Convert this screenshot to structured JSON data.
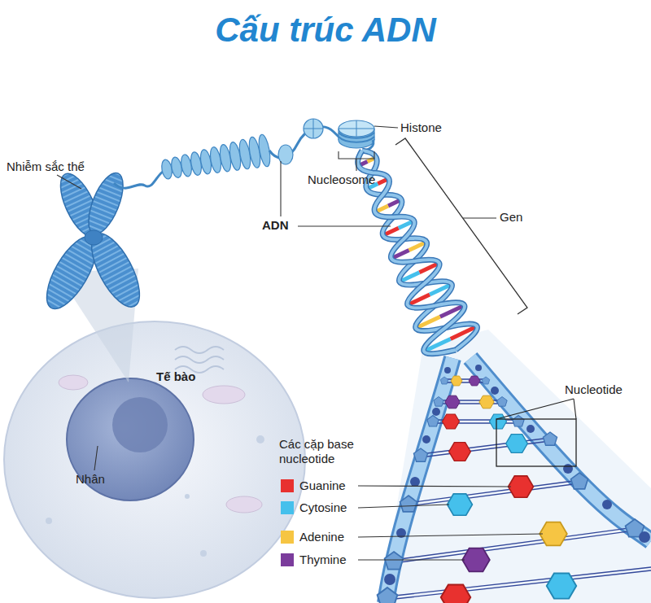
{
  "diagram": {
    "title": "Cấu trúc ADN",
    "labels": [
      "Histone",
      "Nhiễm sắc thể",
      "Nucleosome",
      "ADN",
      "Gen",
      "Tế bào",
      "Nucleotide",
      "Các cặp base nucleotide",
      "Nhân"
    ],
    "legend": [
      {
        "text": "Guanine",
        "color": "#e8312f"
      },
      {
        "text": "Cytosine",
        "color": "#45c0ec"
      },
      {
        "text": "Adenine",
        "color": "#f6c543"
      },
      {
        "text": "Thymine",
        "color": "#7b3c9c"
      }
    ]
  }
}
